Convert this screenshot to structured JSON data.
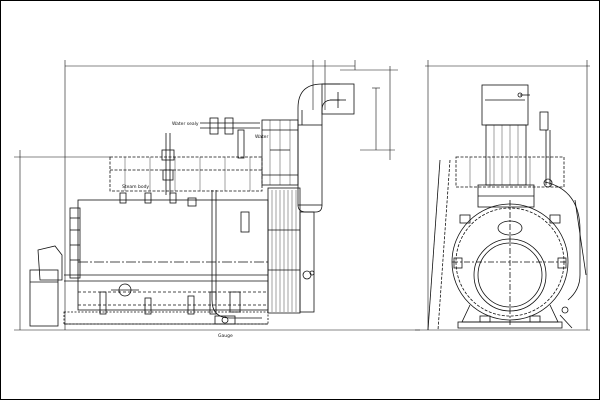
{
  "drawing": {
    "labels": {
      "water_level": "Water sealy",
      "steam_drum": "Steam body",
      "small_label": "Water",
      "bottom_label": "Gauge"
    },
    "colors": {
      "line": "#111111",
      "background": "#ffffff",
      "border": "#000000"
    }
  }
}
